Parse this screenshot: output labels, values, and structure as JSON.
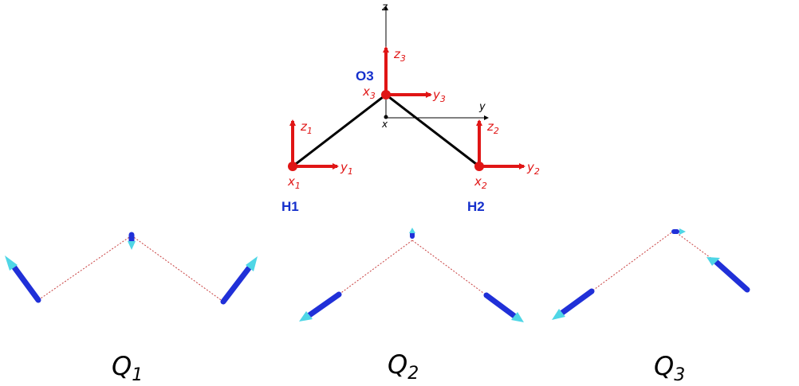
{
  "axes": {
    "global": {
      "z": "z",
      "y": "y",
      "x": "x"
    },
    "local": [
      {
        "x": "x",
        "y": "y",
        "z": "z",
        "sub": "1"
      },
      {
        "x": "x",
        "y": "y",
        "z": "z",
        "sub": "2"
      },
      {
        "x": "x",
        "y": "y",
        "z": "z",
        "sub": "3"
      }
    ]
  },
  "atoms": {
    "o3": "O3",
    "h1": "H1",
    "h2": "H2"
  },
  "modes": [
    {
      "base": "Q",
      "sub": "1"
    },
    {
      "base": "Q",
      "sub": "2"
    },
    {
      "base": "Q",
      "sub": "3"
    }
  ],
  "colors": {
    "frame": "#e01515",
    "bond": "#000000",
    "atom_label": "#1530cc",
    "arrow_body": "#2030d8",
    "arrow_tip": "#4fd6e6",
    "dashed_bond": "#c84040"
  }
}
